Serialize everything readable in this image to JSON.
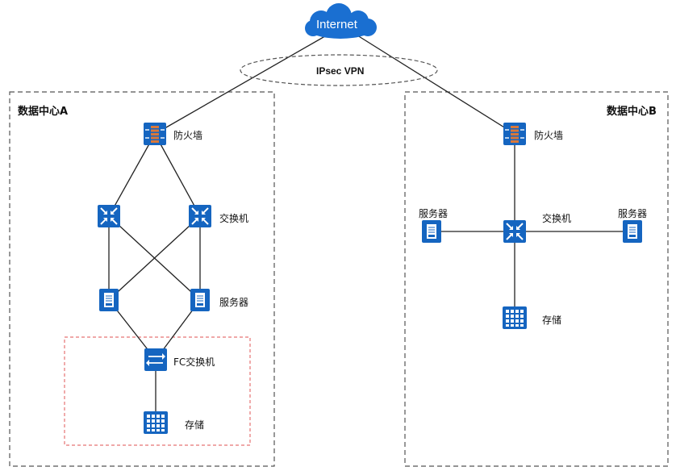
{
  "internet": {
    "label": "Internet"
  },
  "vpn": {
    "label": "IPsec VPN"
  },
  "dc_a": {
    "title": "数据中心A",
    "firewall": "防火墙",
    "switch": "交换机",
    "server": "服务器",
    "fc_switch": "FC交换机",
    "storage": "存储"
  },
  "dc_b": {
    "title": "数据中心B",
    "firewall": "防火墙",
    "switch": "交换机",
    "server_left": "服务器",
    "server_right": "服务器",
    "storage": "存储"
  },
  "colors": {
    "device": "#1565c0",
    "cloud": "#1a6fd1",
    "firewall_brick": "#d9783a",
    "line": "#222222",
    "dashed_border": "#555555",
    "fc_border": "#e57373"
  }
}
